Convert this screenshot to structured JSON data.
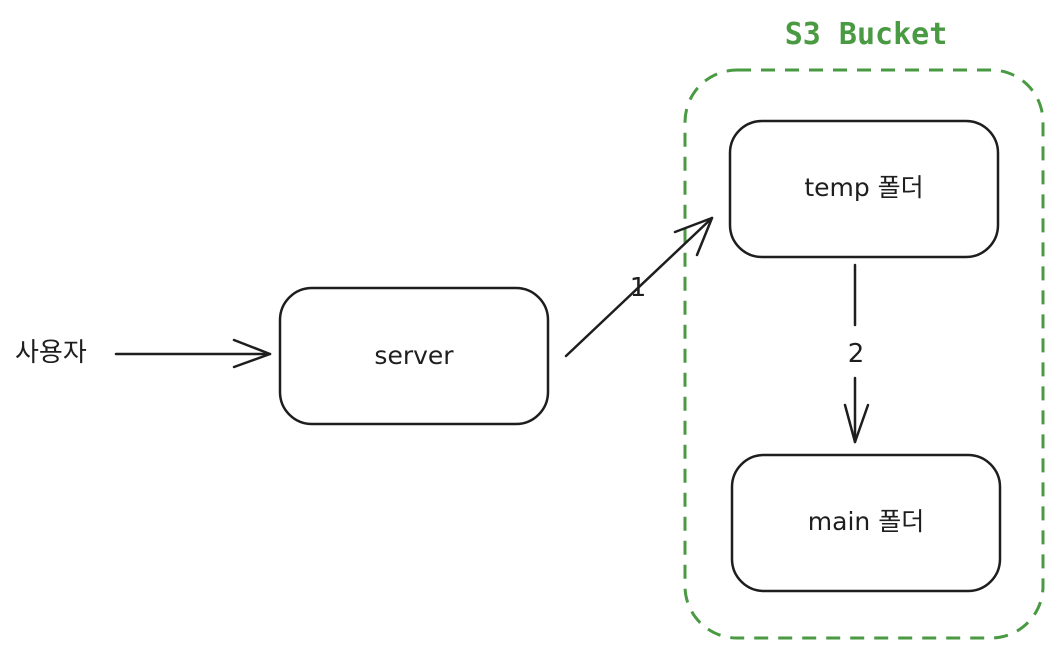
{
  "actor": {
    "label": "사용자"
  },
  "server": {
    "label": "server"
  },
  "bucket": {
    "title": "S3 Bucket",
    "color": "#4a9a43"
  },
  "temp_folder": {
    "label": "temp 폴더"
  },
  "main_folder": {
    "label": "main 폴더"
  },
  "arrows": {
    "upload_step": "1",
    "move_step": "2"
  },
  "colors": {
    "stroke": "#1e1e1e",
    "background": "#ffffff"
  }
}
